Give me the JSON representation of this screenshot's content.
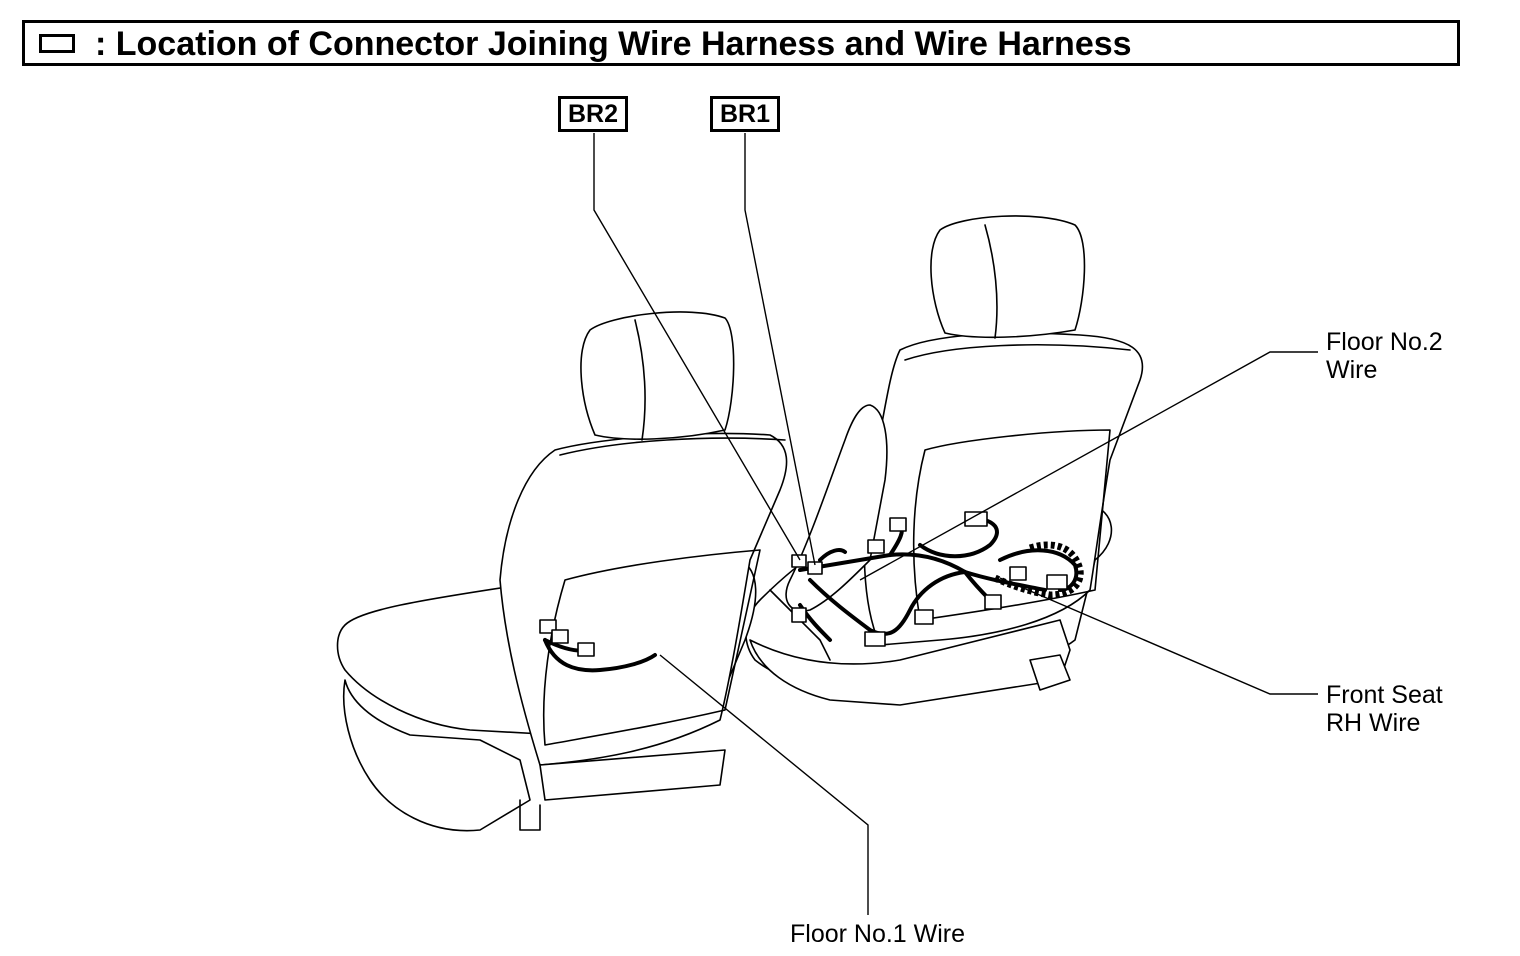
{
  "header": {
    "title": ": Location of Connector Joining Wire Harness and Wire Harness"
  },
  "connectors": [
    {
      "id": "BR2",
      "label": "BR2"
    },
    {
      "id": "BR1",
      "label": "BR1"
    }
  ],
  "wires": {
    "floor_no2": {
      "line1": "Floor No.2",
      "line2": "Wire"
    },
    "front_seat_rh": {
      "line1": "Front Seat",
      "line2": "RH Wire"
    },
    "floor_no1": {
      "label": "Floor No.1 Wire"
    }
  }
}
